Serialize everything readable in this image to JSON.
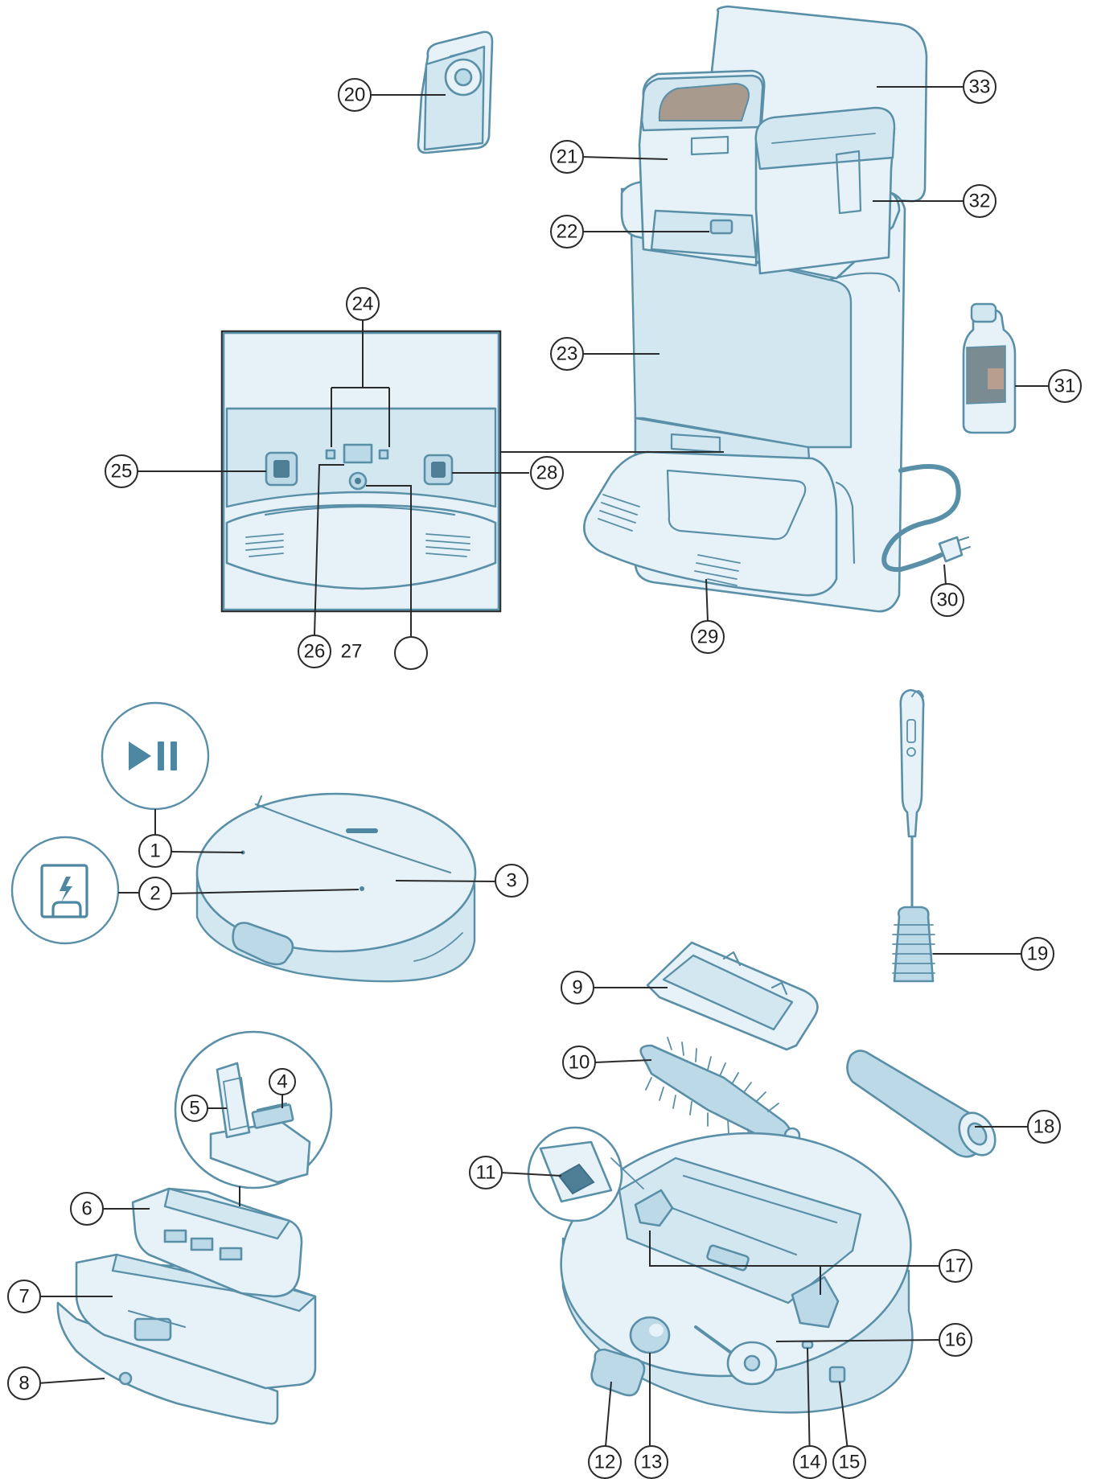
{
  "callouts": [
    {
      "id": "1",
      "label": "1"
    },
    {
      "id": "2",
      "label": "2"
    },
    {
      "id": "3",
      "label": "3"
    },
    {
      "id": "4",
      "label": "4"
    },
    {
      "id": "5",
      "label": "5"
    },
    {
      "id": "6",
      "label": "6"
    },
    {
      "id": "7",
      "label": "7"
    },
    {
      "id": "8",
      "label": "8"
    },
    {
      "id": "9",
      "label": "9"
    },
    {
      "id": "10",
      "label": "10"
    },
    {
      "id": "11",
      "label": "11"
    },
    {
      "id": "12",
      "label": "12"
    },
    {
      "id": "13",
      "label": "13"
    },
    {
      "id": "14",
      "label": "14"
    },
    {
      "id": "15",
      "label": "15"
    },
    {
      "id": "16",
      "label": "16"
    },
    {
      "id": "17",
      "label": "17"
    },
    {
      "id": "18",
      "label": "18"
    },
    {
      "id": "19",
      "label": "19"
    },
    {
      "id": "20",
      "label": "20"
    },
    {
      "id": "21",
      "label": "21"
    },
    {
      "id": "22",
      "label": "22"
    },
    {
      "id": "23",
      "label": "23"
    },
    {
      "id": "24",
      "label": "24"
    },
    {
      "id": "25",
      "label": "25"
    },
    {
      "id": "26",
      "label": "26"
    },
    {
      "id": "27",
      "label": "27"
    },
    {
      "id": "28",
      "label": "28"
    },
    {
      "id": "29",
      "label": "29"
    },
    {
      "id": "30",
      "label": "30"
    },
    {
      "id": "31",
      "label": "31"
    },
    {
      "id": "32",
      "label": "32"
    },
    {
      "id": "33",
      "label": "33"
    },
    {
      "id": "empty",
      "label": ""
    }
  ],
  "icons": {
    "play_pause": "play-pause-icon",
    "dock": "dock-charging-icon"
  },
  "colors": {
    "line_art": "#5a8fa8",
    "fill_light": "#e6f2f8",
    "fill_dark": "#bcd9e8",
    "callout": "#2a2a2a"
  }
}
